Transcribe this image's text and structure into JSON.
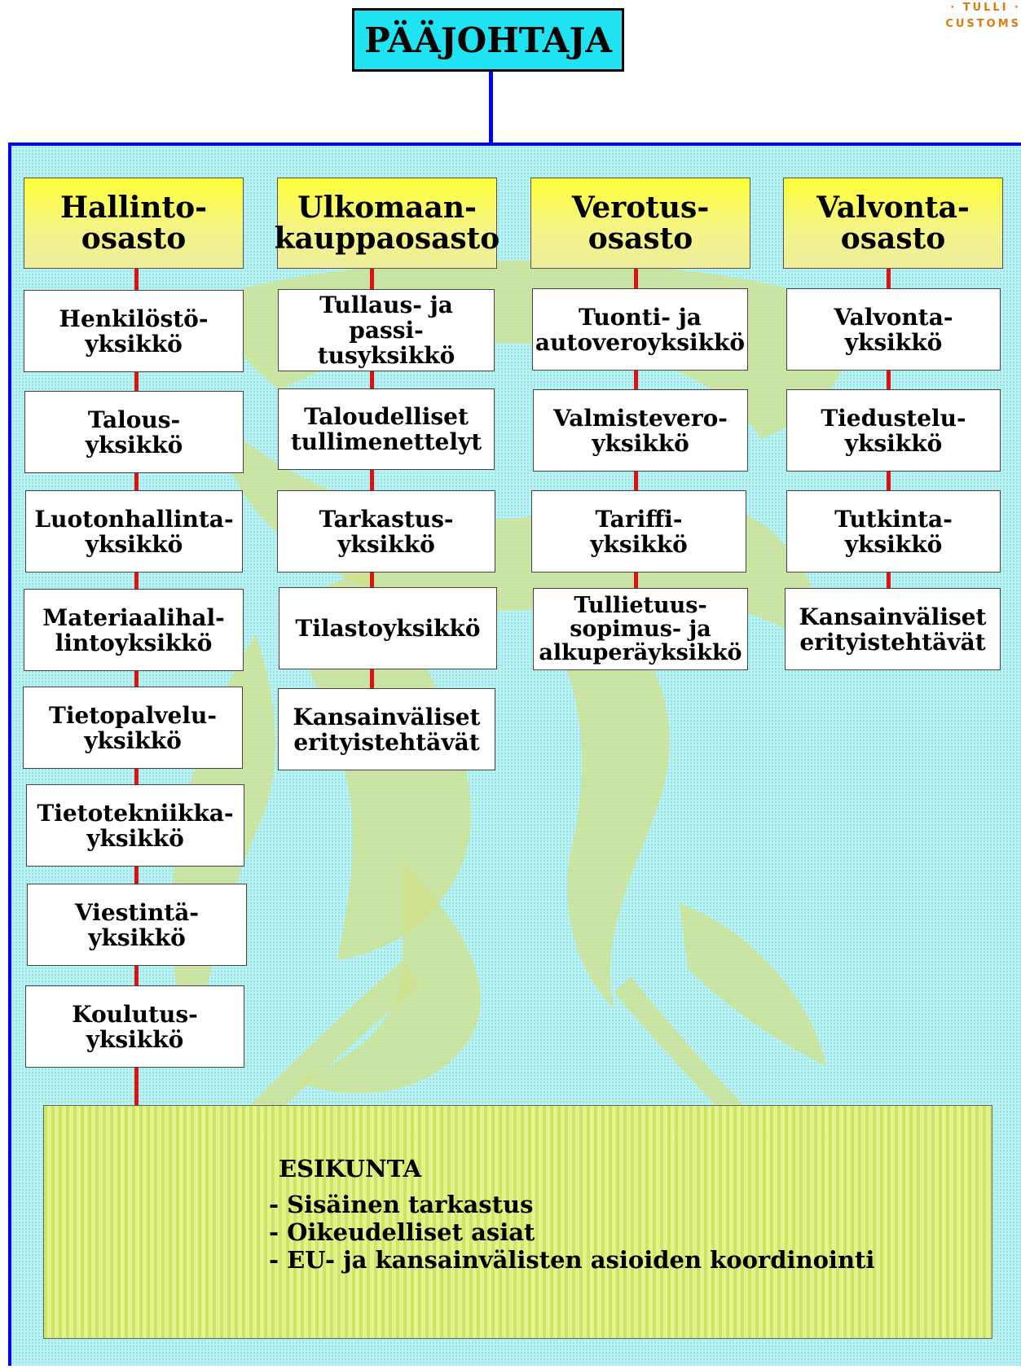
{
  "logo": {
    "line1": "· TULLI ·",
    "line2": "CUSTOMS"
  },
  "ceo": {
    "title": "PÄÄJOHTAJA"
  },
  "departments": [
    {
      "name": "Hallinto-\nosasto",
      "units": [
        "Henkilöstö-\nyksikkö",
        "Talous-\nyksikkö",
        "Luotonhallinta-\nyksikkö",
        "Materiaalihal-\nlintoyksikkö",
        "Tietopalvelu-\nyksikkö",
        "Tietotekniikka-\nyksikkö",
        "Viestintä-\nyksikkö",
        "Koulutus-\nyksikkö"
      ]
    },
    {
      "name": "Ulkomaan-\nkauppaosasto",
      "units": [
        "Tullaus- ja passi-\ntusyksikkö",
        "Taloudelliset\ntullimenettelyt",
        "Tarkastus-\nyksikkö",
        "Tilastoyksikkö",
        "Kansainväliset\nerityistehtävät"
      ]
    },
    {
      "name": "Verotus-\nosasto",
      "units": [
        "Tuonti- ja\nautoveroyksikkö",
        "Valmistevero-\nyksikkö",
        "Tariffi-\nyksikkö",
        "Tullietuus-\nsopimus- ja\nalkuperäyksikkö"
      ]
    },
    {
      "name": "Valvonta-\nosasto",
      "units": [
        "Valvonta-\nyksikkö",
        "Tiedustelu-\nyksikkö",
        "Tutkinta-\nyksikkö",
        "Kansainväliset\nerityistehtävät"
      ]
    }
  ],
  "staff": {
    "title": "ESIKUNTA",
    "items": [
      "- Sisäinen tarkastus",
      "- Oikeudelliset asiat",
      "- EU- ja kansainvälisten asioiden koordinointi"
    ]
  },
  "colors": {
    "ceo_fill": "#1fe3f0",
    "connector_blue": "#0000ee",
    "connector_red": "#dd1111",
    "dept_fill": "#ffff3a",
    "panel_fill": "#b8f2f2",
    "staff_fill": "#e2f58c"
  }
}
